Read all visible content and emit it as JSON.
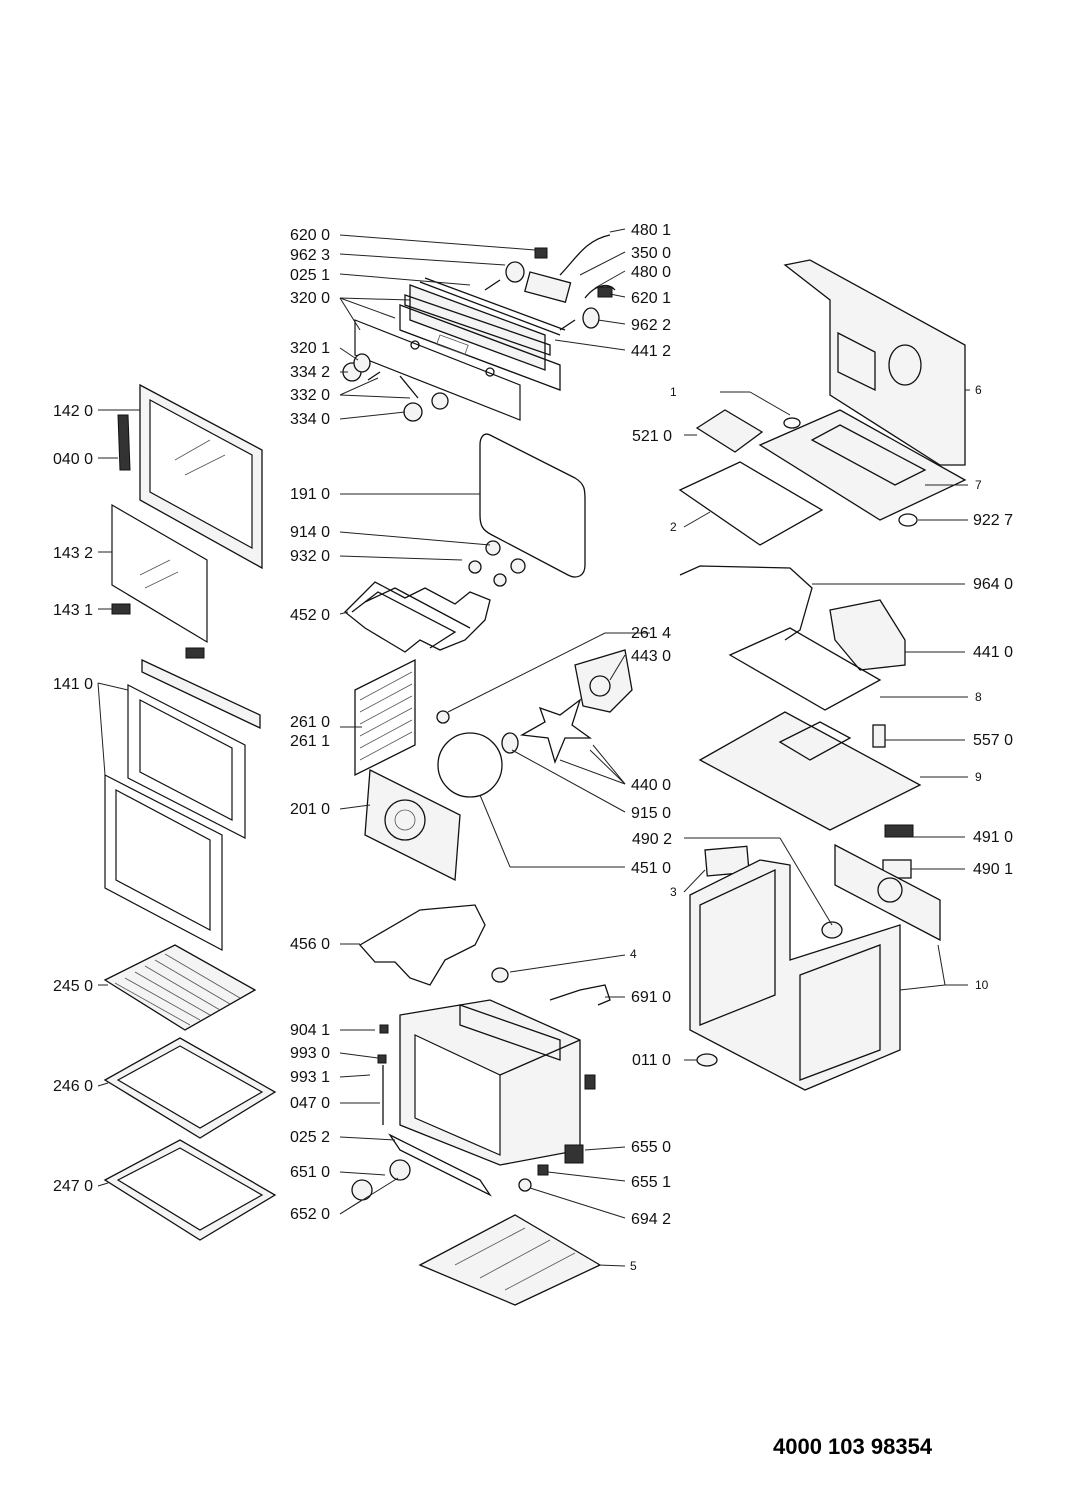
{
  "document_number": "4000 103 98354",
  "labels": {
    "l6200": "620 0",
    "l9623": "962 3",
    "l0251": "025 1",
    "l3200": "320 0",
    "l3201": "320 1",
    "l3342": "334 2",
    "l3320": "332 0",
    "l3340": "334 0",
    "l4801": "480 1",
    "l3500": "350 0",
    "l4800": "480 0",
    "l6201": "620 1",
    "l9622": "962 2",
    "l4412": "441 2",
    "l1420": "142 0",
    "l0400": "040 0",
    "l1432": "143 2",
    "l1431": "143 1",
    "l1410": "141 0",
    "l1910": "191 0",
    "l9140": "914 0",
    "l9320": "932 0",
    "l4520": "452 0",
    "l2610": "261 0",
    "l2611": "261 1",
    "l2010": "201 0",
    "l2614": "261 4",
    "l4430": "443 0",
    "l4400": "440 0",
    "l9150": "915 0",
    "l4510": "451 0",
    "l4560": "456 0",
    "l2450": "245 0",
    "l2460": "246 0",
    "l2470": "247 0",
    "l9041": "904 1",
    "l9930": "993 0",
    "l9931": "993 1",
    "l0470": "047 0",
    "l0252": "025 2",
    "l6510": "651 0",
    "l6520": "652 0",
    "l6910": "691 0",
    "l6550": "655 0",
    "l6551": "655 1",
    "l6942": "694 2",
    "l4": "4",
    "l5": "5",
    "l1": "1",
    "l5210": "521 0",
    "l2": "2",
    "l6": "6",
    "l7": "7",
    "l9227": "922 7",
    "l9640": "964 0",
    "l4410": "441 0",
    "l8": "8",
    "l5570": "557 0",
    "l9": "9",
    "l4902": "490 2",
    "l4910": "491 0",
    "l4901": "490 1",
    "l3": "3",
    "l10": "10",
    "l0110": "011 0"
  }
}
